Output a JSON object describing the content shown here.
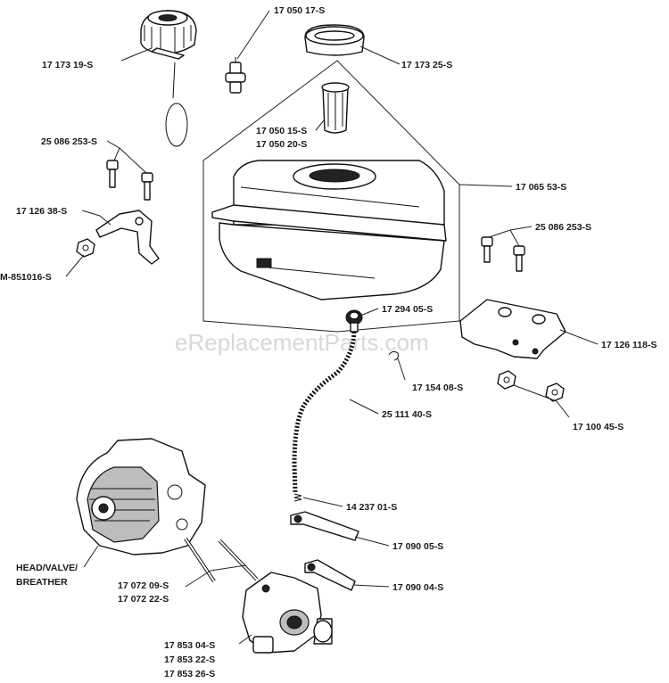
{
  "watermark": "eReplacementParts.com",
  "labels": {
    "fuel_cap_assembly": "17 173 19-S",
    "vent_valve": "17 050 17-S",
    "tank_cap": "17 173 25-S",
    "filter_a": "17 050 15-S",
    "filter_b": "17 050 20-S",
    "bolt_left": "25 086 253-S",
    "fuel_tank": "17 065 53-S",
    "bracket_left": "17 126 38-S",
    "bolt_right": "25 086 253-S",
    "nut_left": "M-851016-S",
    "fuel_fitting": "17 294 05-S",
    "bracket_right": "17 126 118-S",
    "clamp": "17 154 08-S",
    "fuel_line": "25 111 40-S",
    "nuts_right": "17 100 45-S",
    "spring": "14 237 01-S",
    "lever_a": "17 090 05-S",
    "lever_b": "17 090 04-S",
    "studs_a": "17 072 09-S",
    "studs_b": "17 072 22-S",
    "head_line1": "HEAD/VALVE/",
    "head_line2": "BREATHER",
    "carb_a": "17 853 04-S",
    "carb_b": "17 853 22-S",
    "carb_c": "17 853 26-S"
  }
}
